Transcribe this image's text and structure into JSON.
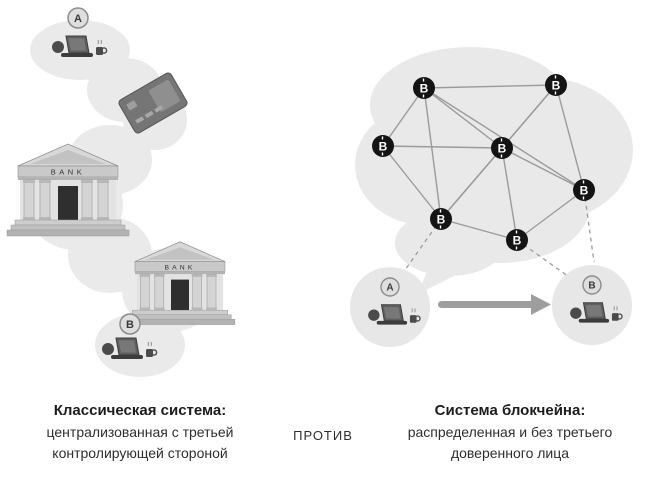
{
  "captions": {
    "left": {
      "title": "Классическая система:",
      "line1": "централизованная с третьей",
      "line2": "контролирующей стороной"
    },
    "versus": "ПРОТИВ",
    "right": {
      "title": "Система блокчейна:",
      "line1": "распределенная и без третьего",
      "line2": "доверенного лица"
    }
  },
  "left_system": {
    "user_a_label": "A",
    "user_b_label": "B",
    "bank_label": "BANK"
  },
  "right_system": {
    "node_label": "B",
    "user_a_label": "A",
    "user_b_label": "B"
  },
  "colors": {
    "blob": "#e9e9e9",
    "node": "#141414",
    "edge": "#9b9b9b",
    "arrow": "#9e9e9e",
    "text": "#222222"
  }
}
